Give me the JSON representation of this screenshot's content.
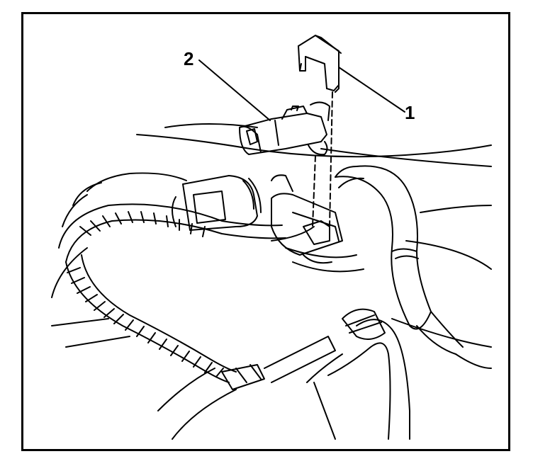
{
  "callouts": [
    {
      "id": "1",
      "label": "1",
      "target": "retaining clip"
    },
    {
      "id": "2",
      "label": "2",
      "target": "sensor"
    }
  ],
  "colors": {
    "line": "#000000",
    "background": "#ffffff"
  },
  "icons": [
    "clip-icon",
    "sensor-icon",
    "hose-icon",
    "wire-harness-icon",
    "bracket-icon",
    "connector-icon"
  ]
}
